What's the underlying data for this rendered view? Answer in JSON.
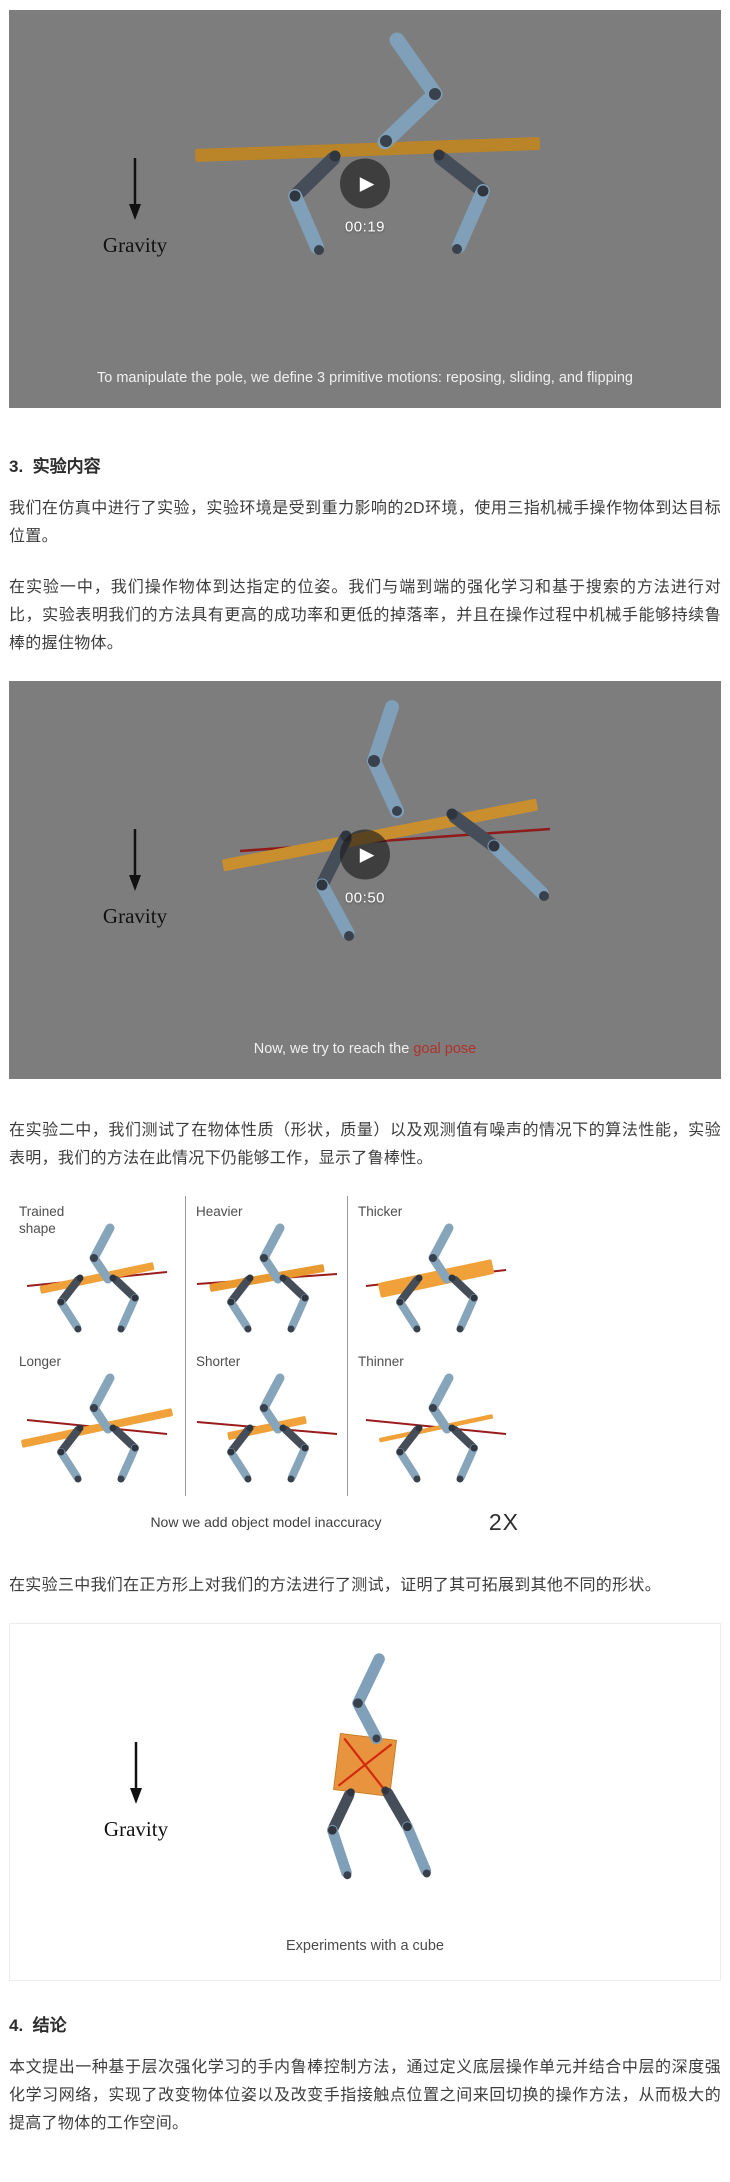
{
  "article": {
    "video1": {
      "gravity_label": "Gravity",
      "play_icon": "▶",
      "timestamp": "00:19",
      "caption": "To manipulate the pole, we define 3 primitive motions: reposing, sliding, and flipping"
    },
    "sections": {
      "experiments": {
        "heading": "3.  实验内容",
        "para_intro": "我们在仿真中进行了实验，实验环境是受到重力影响的2D环境，使用三指机械手操作物体到达目标位置。",
        "para_exp1": "在实验一中，我们操作物体到达指定的位姿。我们与端到端的强化学习和基于搜索的方法进行对比，实验表明我们的方法具有更高的成功率和更低的掉落率，并且在操作过程中机械手能够持续鲁棒的握住物体。",
        "para_exp2": "在实验二中，我们测试了在物体性质（形状，质量）以及观测值有噪声的情况下的算法性能，实验表明，我们的方法在此情况下仍能够工作，显示了鲁棒性。",
        "para_exp3": "在实验三中我们在正方形上对我们的方法进行了测试，证明了其可拓展到其他不同的形状。"
      },
      "conclusion": {
        "heading": "4.  结论",
        "para": "本文提出一种基于层次强化学习的手内鲁棒控制方法，通过定义底层操作单元并结合中层的深度强化学习网络，实现了改变物体位姿以及改变手指接触点位置之间来回切换的操作方法，从而极大的提高了物体的工作空间。"
      }
    },
    "video2": {
      "gravity_label": "Gravity",
      "play_icon": "▶",
      "timestamp": "00:50",
      "caption_prefix": "Now, we try to reach the ",
      "caption_highlight": "goal pose"
    },
    "figure_grid": {
      "cells": [
        {
          "label": "Trained\nshape"
        },
        {
          "label": "Heavier"
        },
        {
          "label": "Thicker"
        },
        {
          "label": "Longer"
        },
        {
          "label": "Shorter"
        },
        {
          "label": "Thinner"
        }
      ],
      "caption": "Now we add object model inaccuracy",
      "zoom_label": "2X"
    },
    "video3": {
      "gravity_label": "Gravity",
      "caption": "Experiments with a cube"
    },
    "colors": {
      "video_background": "#7d7d7d",
      "pole_dark_gold": "#ba8428",
      "pole_orange": "#f0a139",
      "arm_light_blue": "#7fa0b8",
      "arm_dark": "#454d59",
      "goal_pose_line_red": "#9b1c1c",
      "caption_highlight_red": "#b3302a"
    }
  }
}
